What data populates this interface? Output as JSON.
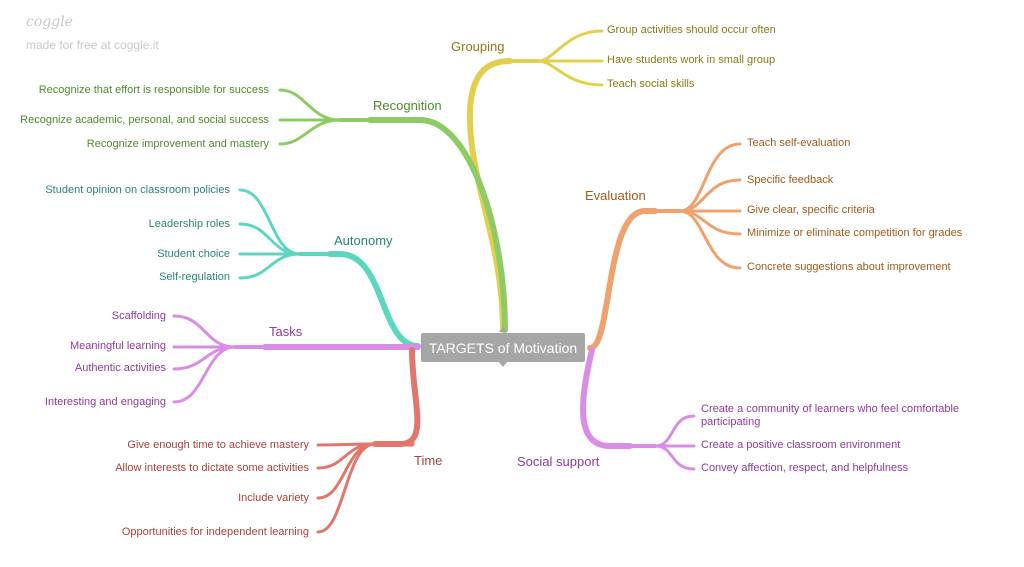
{
  "brand": {
    "logo": "coggle",
    "tagline": "made for free at coggle.it"
  },
  "center": {
    "title": "TARGETS of Motivation"
  },
  "colors": {
    "grouping": "#e3cf4e",
    "recognition": "#8fcb65",
    "autonomy": "#5dd6bf",
    "tasks": "#d98de4",
    "time": "#e0766c",
    "evaluation": "#eea26e",
    "social": "#d98de4"
  },
  "branches": {
    "grouping": {
      "title": "Grouping",
      "items": [
        "Group activities should occur often",
        "Have students work in small group",
        "Teach social skills"
      ]
    },
    "recognition": {
      "title": "Recognition",
      "items": [
        "Recognize that effort is responsible for success",
        "Recognize academic, personal, and social success",
        "Recognize improvement and mastery"
      ]
    },
    "autonomy": {
      "title": "Autonomy",
      "items": [
        "Student opinion on classroom policies",
        "Leadership roles",
        "Student choice",
        "Self-regulation"
      ]
    },
    "tasks": {
      "title": "Tasks",
      "items": [
        "Scaffolding",
        "Meaningful learning",
        "Authentic activities",
        "Interesting and engaging"
      ]
    },
    "time": {
      "title": "Time",
      "items": [
        "Give enough time to achieve mastery",
        "Allow interests to dictate some activities",
        "Include variety",
        "Opportunities for independent learning"
      ]
    },
    "evaluation": {
      "title": "Evaluation",
      "items": [
        "Teach self-evaluation",
        "Specific feedback",
        "Give clear, specific criteria",
        "Minimize or eliminate competition for grades",
        "Concrete suggestions about improvement"
      ]
    },
    "social": {
      "title": "Social support",
      "items": [
        "Create a community of learners who feel comfortable participating",
        "Create a positive classroom environment",
        "Convey affection, respect, and helpfulness"
      ]
    }
  }
}
